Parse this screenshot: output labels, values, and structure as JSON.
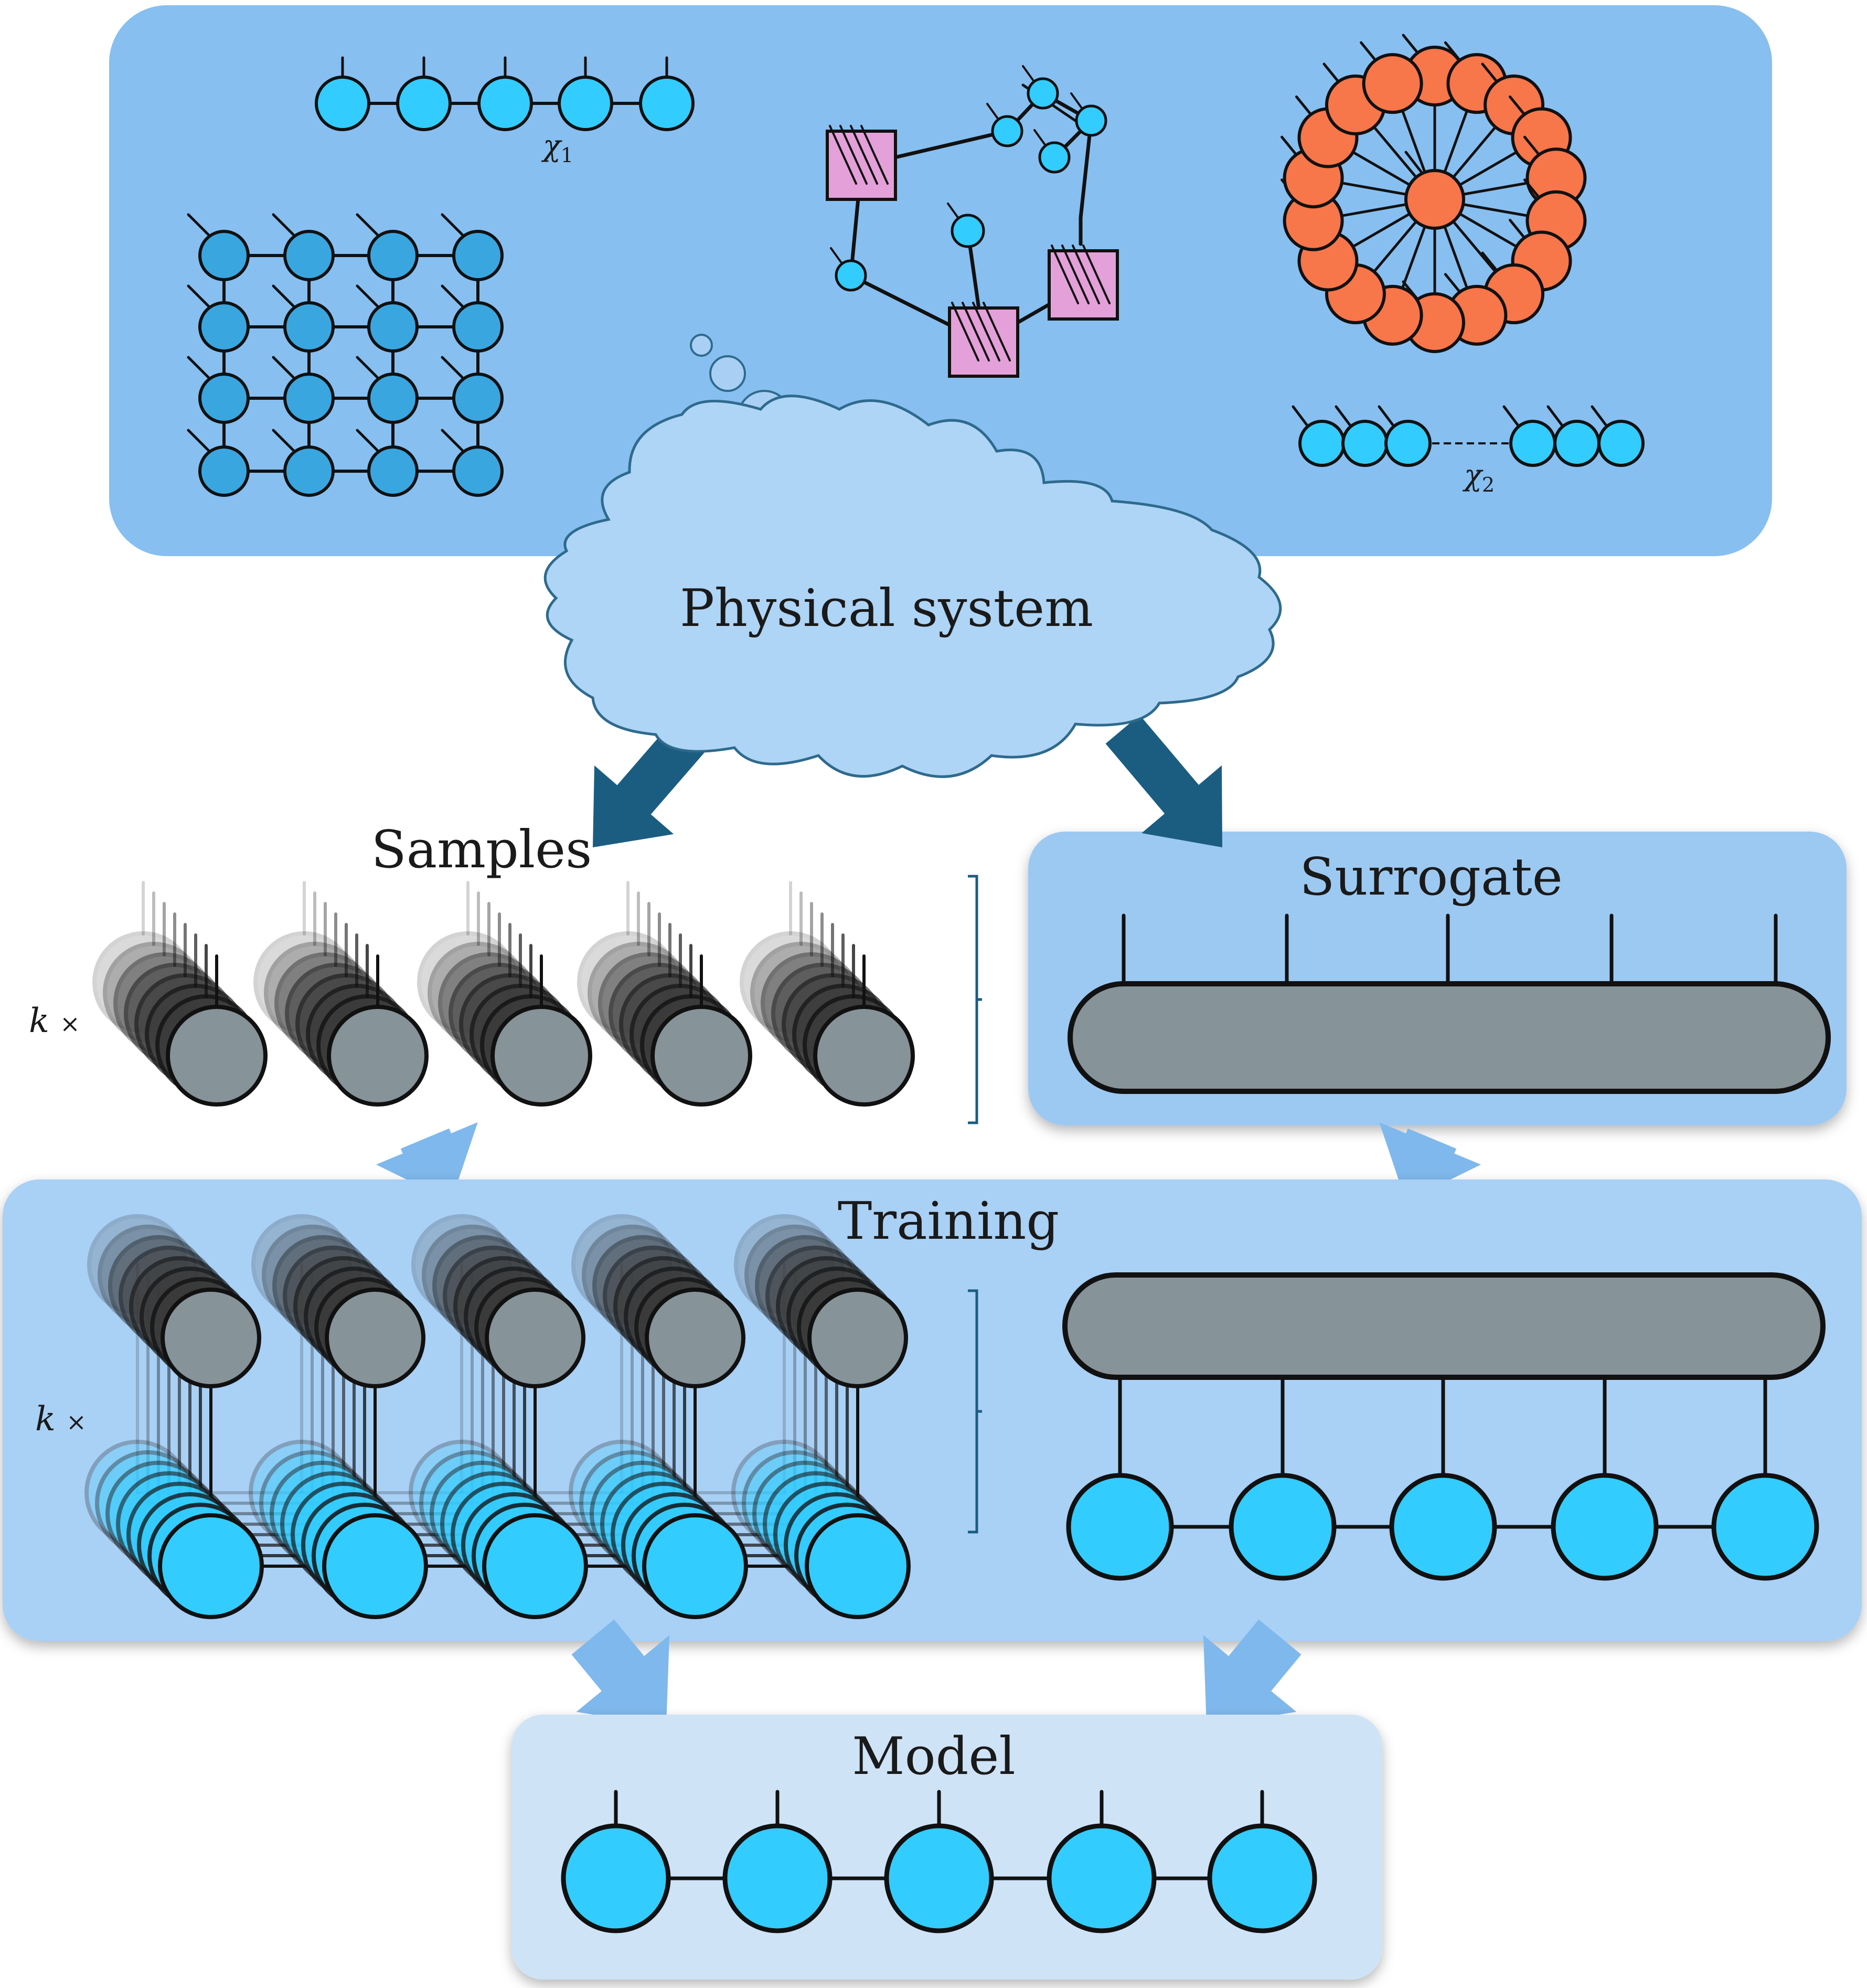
{
  "labels": {
    "physical_system": "Physical system",
    "samples": "Samples",
    "surrogate": "Surrogate",
    "training": "Training",
    "model": "Model",
    "k_symbol": "k",
    "times_symbol": "×",
    "chi_symbol": "χ",
    "chi1_index": "1",
    "chi2_index": "2"
  },
  "colors": {
    "top_panel": "#87bff0",
    "light_panel": "#9cc9f2",
    "training_panel": "#a9d0f5",
    "model_panel": "#cfe3f7",
    "cloud_fill": "#aed4f6",
    "cloud_stroke": "#2e6a8c",
    "node_cyan": "#33ccff",
    "node_blue": "#3aa6e0",
    "node_orange": "#f7764a",
    "tensor_pink": "#e4a0d8",
    "gray_node": "#869398",
    "dark_arrow": "#1b5d80",
    "light_arrow": "#7fb8ec"
  }
}
